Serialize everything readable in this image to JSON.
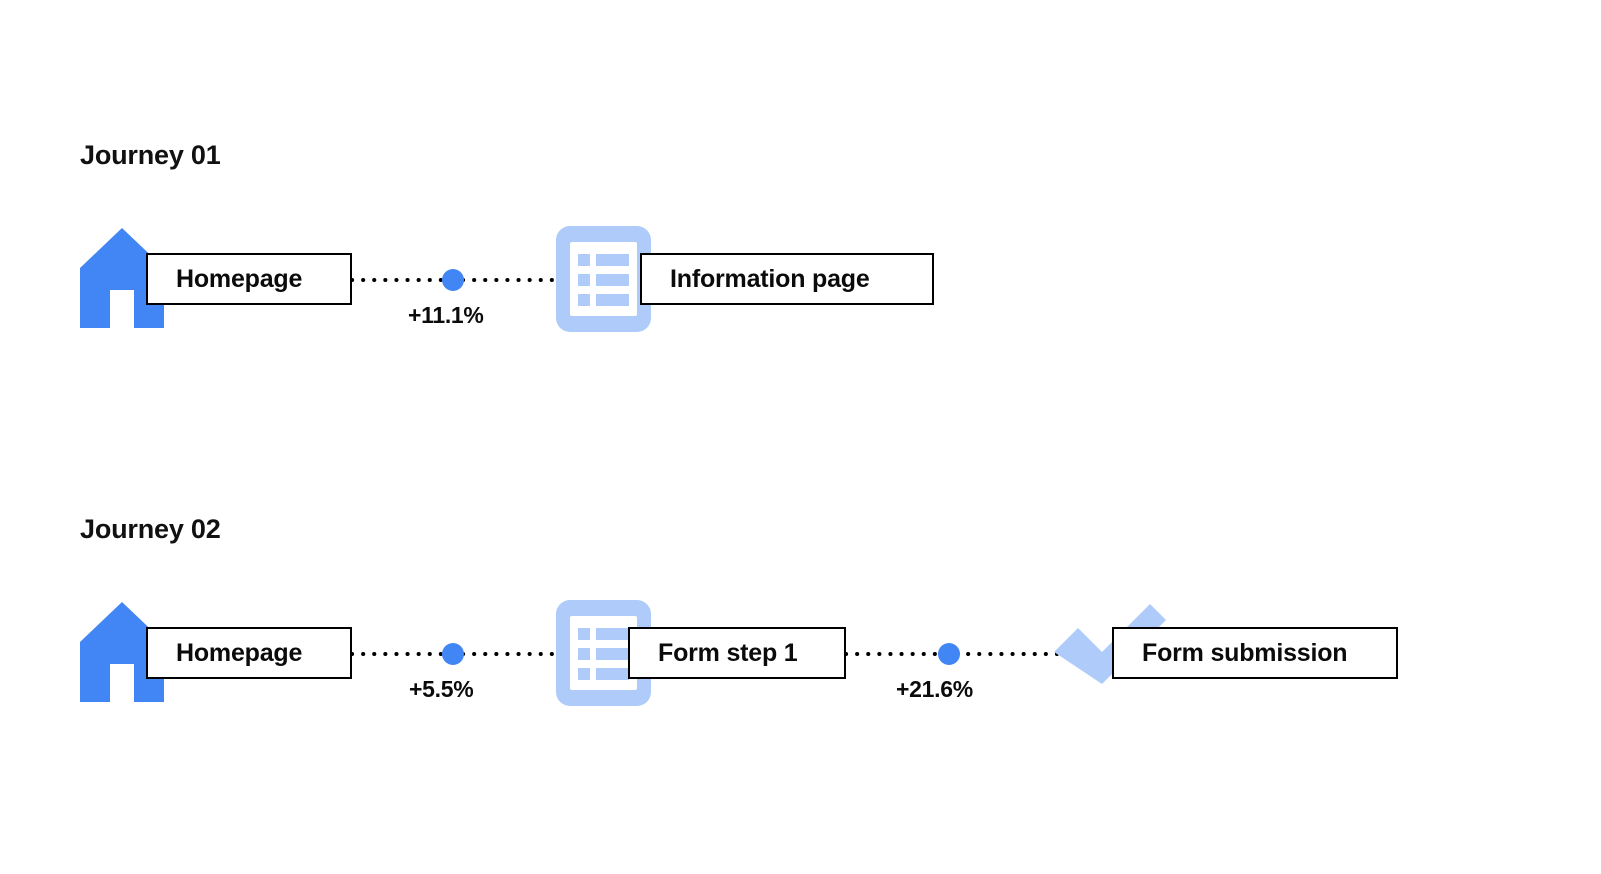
{
  "colors": {
    "accent_blue": "#4285f4",
    "icon_light_blue": "#aecbfa",
    "text_black": "#0b0b0b",
    "background": "#ffffff"
  },
  "journeys": [
    {
      "title": "Journey 01",
      "nodes": [
        {
          "icon": "home-icon",
          "label": "Homepage"
        },
        {
          "icon": "list-page-icon",
          "label": "Information page"
        }
      ],
      "transitions": [
        {
          "delta": "+11.1%"
        }
      ]
    },
    {
      "title": "Journey 02",
      "nodes": [
        {
          "icon": "home-icon",
          "label": "Homepage"
        },
        {
          "icon": "list-page-icon",
          "label": "Form step 1"
        },
        {
          "icon": "checkmark-icon",
          "label": "Form submission"
        }
      ],
      "transitions": [
        {
          "delta": "+5.5%"
        },
        {
          "delta": "+21.6%"
        }
      ]
    }
  ]
}
